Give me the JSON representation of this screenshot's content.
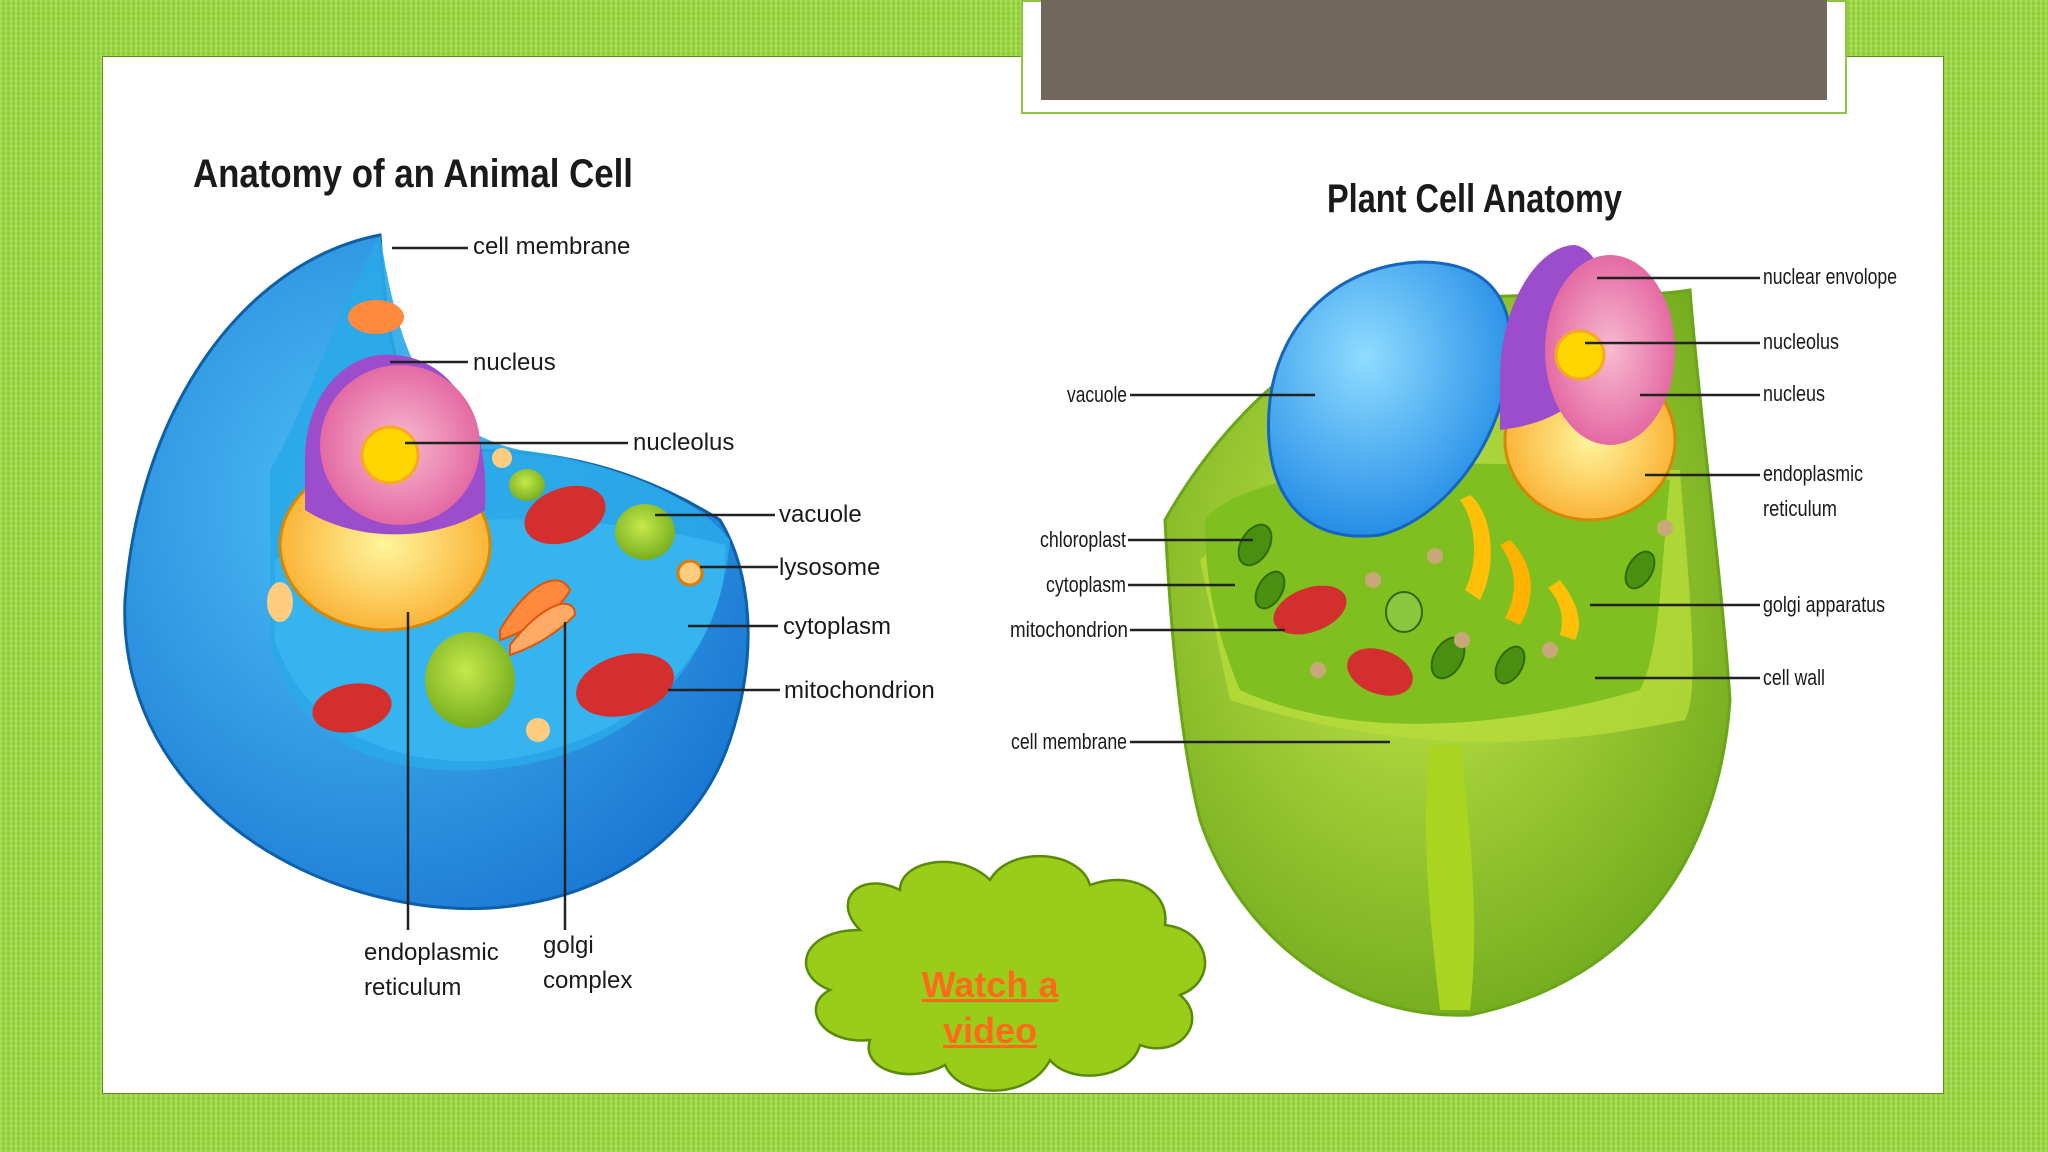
{
  "animal_cell": {
    "title": "Anatomy of an Animal Cell",
    "labels": {
      "cell_membrane": "cell membrane",
      "nucleus": "nucleus",
      "nucleolus": "nucleolus",
      "vacuole": "vacuole",
      "lysosome": "lysosome",
      "cytoplasm": "cytoplasm",
      "mitochondrion": "mitochondrion",
      "er_line1": "endoplasmic",
      "er_line2": "reticulum",
      "golgi_line1": "golgi",
      "golgi_line2": "complex"
    }
  },
  "plant_cell": {
    "title": "Plant Cell Anatomy",
    "labels": {
      "nuclear_envelope": "nuclear envolope",
      "nucleolus": "nucleolus",
      "nucleus": "nucleus",
      "er_line1": "endoplasmic",
      "er_line2": "reticulum",
      "golgi": "golgi apparatus",
      "cell_wall": "cell wall",
      "vacuole": "vacuole",
      "chloroplast": "chloroplast",
      "cytoplasm": "cytoplasm",
      "mitochondrion": "mitochondrion",
      "cell_membrane": "cell membrane"
    }
  },
  "video_link": {
    "line1": "Watch a",
    "line2": "video"
  },
  "colors": {
    "background": "#8fcf2f",
    "title_box": "#72685c",
    "link": "#ff6a1a",
    "cloud": "#9acd1a"
  }
}
